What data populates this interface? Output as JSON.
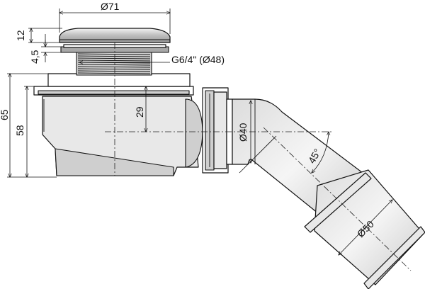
{
  "dimensions": {
    "cap_diameter": "Ø71",
    "cap_height": "12",
    "flange_height": "4,5",
    "thread": "G6/4\" (Ø48)",
    "body_total_height": "65",
    "body_height": "58",
    "outlet_center_height": "29",
    "outlet_diameter": "Ø40",
    "elbow_angle": "45°",
    "pipe_diameter": "Ø50"
  },
  "colors": {
    "line": "#111111",
    "metal_light": "#e8e8e8",
    "metal_mid": "#cfcfcf",
    "metal_dark": "#a8a8a8"
  }
}
